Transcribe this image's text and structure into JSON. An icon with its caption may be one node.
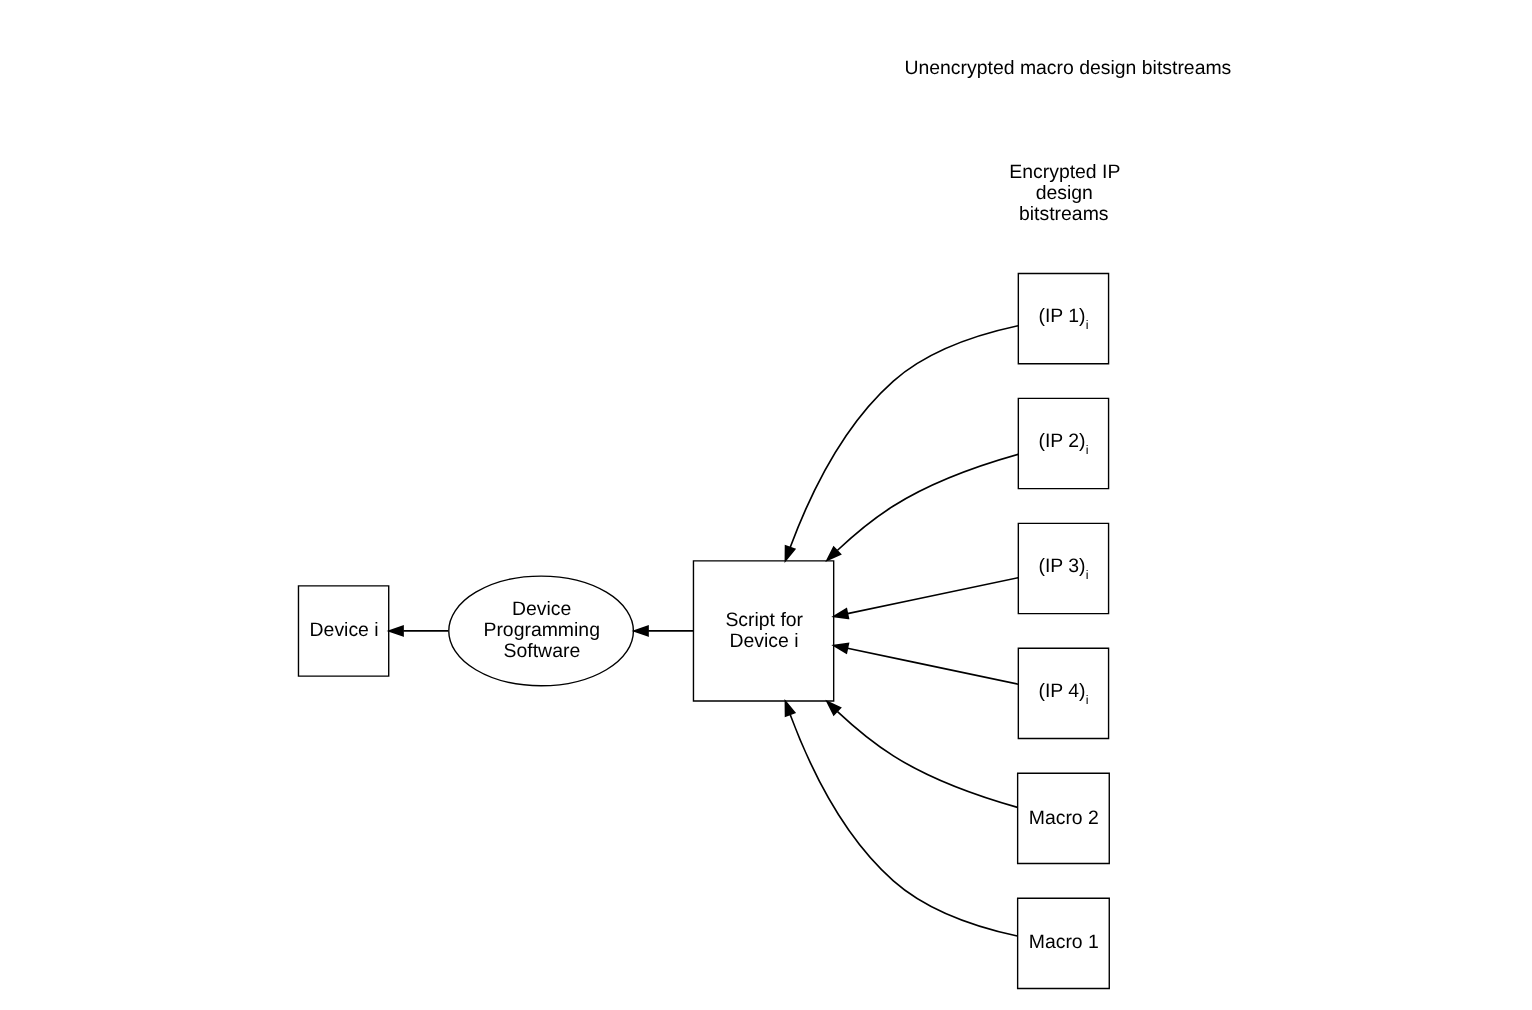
{
  "diagram": {
    "nodes": [
      {
        "text": [
          "(IP 1)$_{i}$"
        ]
      },
      {
        "text": [
          "(IP 2)$_{i}$"
        ]
      },
      {
        "text": [
          "(IP 3)$_{i}$"
        ]
      },
      {
        "text": [
          "(IP 4)$_{i}$"
        ]
      },
      {
        "text": [
          "Script for Device i"
        ]
      },
      {
        "text": [
          "Device Programming Software"
        ]
      },
      {
        "text": [
          "Device i"
        ]
      },
      {
        "text": [
          "Macro 2"
        ]
      },
      {
        "text": [
          "Macro 1"
        ]
      }
    ],
    "edges": [
      {
        "from": 0,
        "to": 4,
        "arrow": "to"
      },
      {
        "from": 1,
        "to": 4,
        "arrow": "to"
      },
      {
        "from": 2,
        "to": 4,
        "arrow": "to"
      },
      {
        "from": 3,
        "to": 4,
        "arrow": "to"
      },
      {
        "from": 4,
        "to": 5,
        "arrow": "to"
      },
      {
        "from": 5,
        "to": 6,
        "arrow": "to"
      },
      {
        "from": 7,
        "to": 4,
        "arrow": "to"
      },
      {
        "from": 8,
        "to": 4,
        "arrow": "to"
      }
    ],
    "labels": [
      "Encrypted IP design bitstreams",
      "Unencrypted macro design bitstreams"
    ]
  }
}
